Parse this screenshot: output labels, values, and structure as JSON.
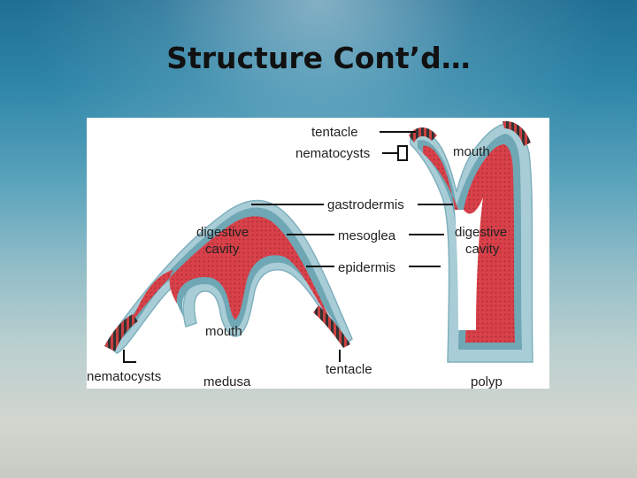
{
  "slide": {
    "title": "Structure Cont’d…"
  },
  "labels": {
    "tentacle_top": "tentacle",
    "nematocysts_top": "nematocysts",
    "mouth_polyp": "mouth",
    "gastrodermis": "gastrodermis",
    "digestive_medusa_1": "digestive",
    "digestive_medusa_2": "cavity",
    "mesoglea": "mesoglea",
    "digestive_polyp_1": "digestive",
    "digestive_polyp_2": "cavity",
    "epidermis": "epidermis",
    "mouth_medusa": "mouth",
    "nematocysts_bottom": "nematocysts",
    "medusa": "medusa",
    "tentacle_bottom": "tentacle",
    "polyp": "polyp"
  },
  "colors": {
    "gastrodermis": "#d9414a",
    "mesoglea": "#6fa7b5",
    "epidermis": "#9fc7d2",
    "tentacle_tip": "#a32a2a"
  }
}
